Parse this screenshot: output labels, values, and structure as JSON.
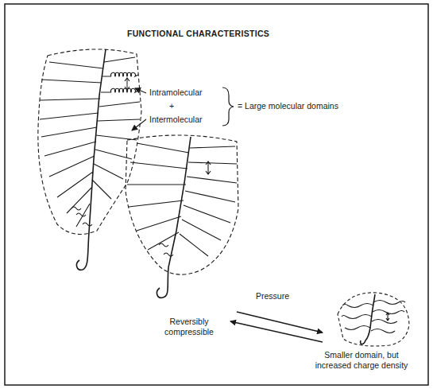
{
  "diagram": {
    "title": "FUNCTIONAL CHARACTERISTICS",
    "labels": [
      "Intramolecular",
      "+",
      "Intermolecular",
      "= Large molecular domains",
      "Pressure",
      "Reversibly compressible",
      "Smaller domain, but increased charge density"
    ]
  }
}
